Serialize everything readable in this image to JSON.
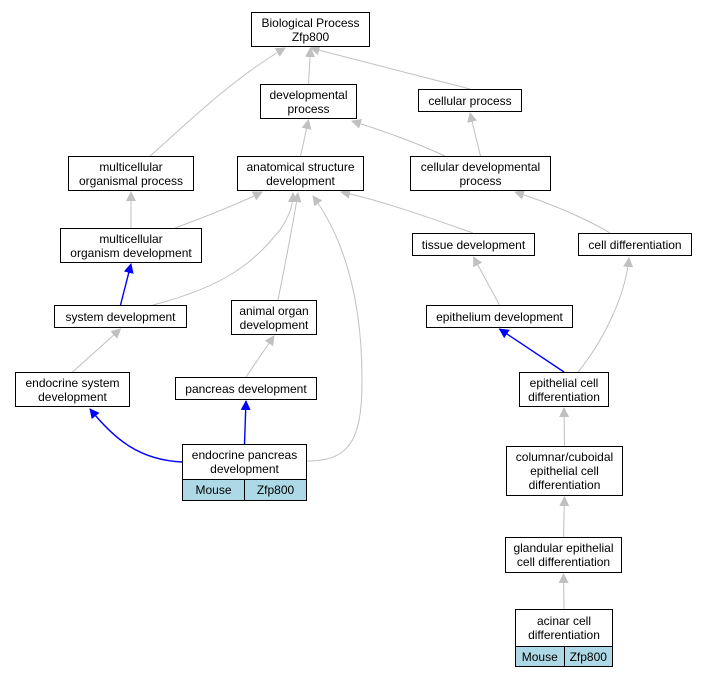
{
  "colors": {
    "edge_default": "#c0c0c0",
    "edge_highlight": "#0000ff",
    "annotation_fill": "#add8e6"
  },
  "nodes": {
    "biological_process": "Biological Process\nZfp800",
    "developmental_process": "developmental\nprocess",
    "cellular_process": "cellular process",
    "multicellular_organismal_process": "multicellular\norganismal process",
    "anatomical_structure_development": "anatomical structure\ndevelopment",
    "cellular_developmental_process": "cellular developmental\nprocess",
    "multicellular_organism_development": "multicellular\norganism development",
    "tissue_development": "tissue development",
    "cell_differentiation": "cell differentiation",
    "system_development": "system development",
    "animal_organ_development": "animal organ\ndevelopment",
    "epithelium_development": "epithelium development",
    "endocrine_system_development": "endocrine system\ndevelopment",
    "pancreas_development": "pancreas development",
    "epithelial_cell_differentiation": "epithelial cell\ndifferentiation",
    "endocrine_pancreas_development": "endocrine pancreas\ndevelopment",
    "columnar_cuboidal_epithelial_cell_differentiation": "columnar/cuboidal\nepithelial cell\ndifferentiation",
    "glandular_epithelial_cell_differentiation": "glandular epithelial\ncell differentiation",
    "acinar_cell_differentiation": "acinar cell\ndifferentiation"
  },
  "annotations": {
    "endocrine_pancreas_development": {
      "organism": "Mouse",
      "gene": "Zfp800"
    },
    "acinar_cell_differentiation": {
      "organism": "Mouse",
      "gene": "Zfp800"
    }
  },
  "edges": [
    {
      "from": "developmental_process",
      "to": "biological_process",
      "highlight": false
    },
    {
      "from": "cellular_process",
      "to": "biological_process",
      "highlight": false
    },
    {
      "from": "multicellular_organismal_process",
      "to": "biological_process",
      "highlight": false
    },
    {
      "from": "anatomical_structure_development",
      "to": "developmental_process",
      "highlight": false
    },
    {
      "from": "cellular_developmental_process",
      "to": "developmental_process",
      "highlight": false
    },
    {
      "from": "cellular_developmental_process",
      "to": "cellular_process",
      "highlight": false
    },
    {
      "from": "multicellular_organism_development",
      "to": "multicellular_organismal_process",
      "highlight": false
    },
    {
      "from": "multicellular_organism_development",
      "to": "anatomical_structure_development",
      "highlight": false
    },
    {
      "from": "system_development",
      "to": "anatomical_structure_development",
      "highlight": false
    },
    {
      "from": "animal_organ_development",
      "to": "anatomical_structure_development",
      "highlight": false
    },
    {
      "from": "endocrine_pancreas_development",
      "to": "anatomical_structure_development",
      "highlight": false
    },
    {
      "from": "tissue_development",
      "to": "anatomical_structure_development",
      "highlight": false
    },
    {
      "from": "cell_differentiation",
      "to": "cellular_developmental_process",
      "highlight": false
    },
    {
      "from": "system_development",
      "to": "multicellular_organism_development",
      "highlight": true
    },
    {
      "from": "endocrine_system_development",
      "to": "system_development",
      "highlight": false
    },
    {
      "from": "pancreas_development",
      "to": "animal_organ_development",
      "highlight": false
    },
    {
      "from": "epithelium_development",
      "to": "tissue_development",
      "highlight": false
    },
    {
      "from": "endocrine_pancreas_development",
      "to": "endocrine_system_development",
      "highlight": true
    },
    {
      "from": "endocrine_pancreas_development",
      "to": "pancreas_development",
      "highlight": true
    },
    {
      "from": "epithelial_cell_differentiation",
      "to": "epithelium_development",
      "highlight": true
    },
    {
      "from": "epithelial_cell_differentiation",
      "to": "cell_differentiation",
      "highlight": false
    },
    {
      "from": "columnar_cuboidal_epithelial_cell_differentiation",
      "to": "epithelial_cell_differentiation",
      "highlight": false
    },
    {
      "from": "glandular_epithelial_cell_differentiation",
      "to": "columnar_cuboidal_epithelial_cell_differentiation",
      "highlight": false
    },
    {
      "from": "acinar_cell_differentiation",
      "to": "glandular_epithelial_cell_differentiation",
      "highlight": false
    }
  ]
}
